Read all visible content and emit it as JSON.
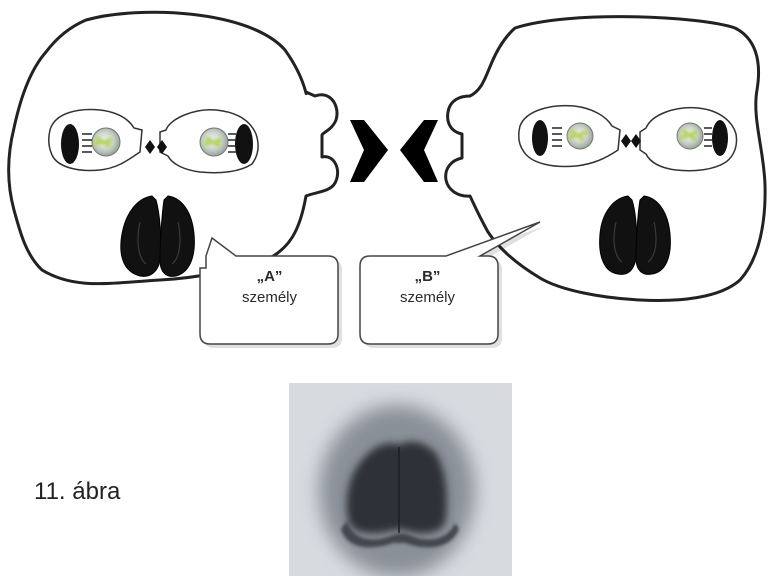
{
  "labels": {
    "person_a_letter": "„A”",
    "person_a_word": "személy",
    "person_b_letter": "„B”",
    "person_b_word": "személy"
  },
  "caption": "11. ábra",
  "icons": [
    "head-outline-left",
    "head-outline-right",
    "arrow-right",
    "arrow-left",
    "lung-pair",
    "cell-pair",
    "speech-bubble"
  ],
  "colors": {
    "outline": "#222222",
    "organ_fill": "#111111",
    "cell_green": "#b9d46a",
    "photo_bg": "#d7dbe0",
    "photo_stain": "#2d3138"
  }
}
